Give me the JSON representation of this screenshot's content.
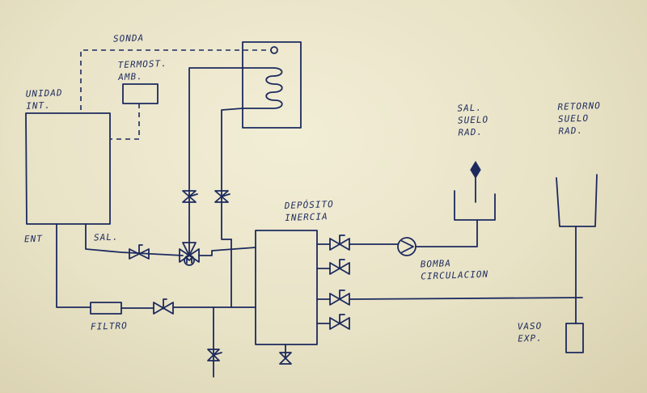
{
  "labels": {
    "sonda": "SONDA",
    "termostato": "TERMOST.\nAMB.",
    "unidad_int": "UNIDAD\nINT.",
    "ent": "ENT",
    "sal": "SAL.",
    "filtro": "FILTRO",
    "deposito": "DEPÓSITO\nINERCIA",
    "sal_suelo": "SAL.\nSUELO\nRAD.",
    "retorno_suelo": "RETORNO\nSUELO\nRAD.",
    "bomba": "BOMBA\nCIRCULACION",
    "vaso_exp": "VASO\nEXP."
  },
  "colors": {
    "ink": "#1c2a5e",
    "paper": "#ede8cf"
  }
}
